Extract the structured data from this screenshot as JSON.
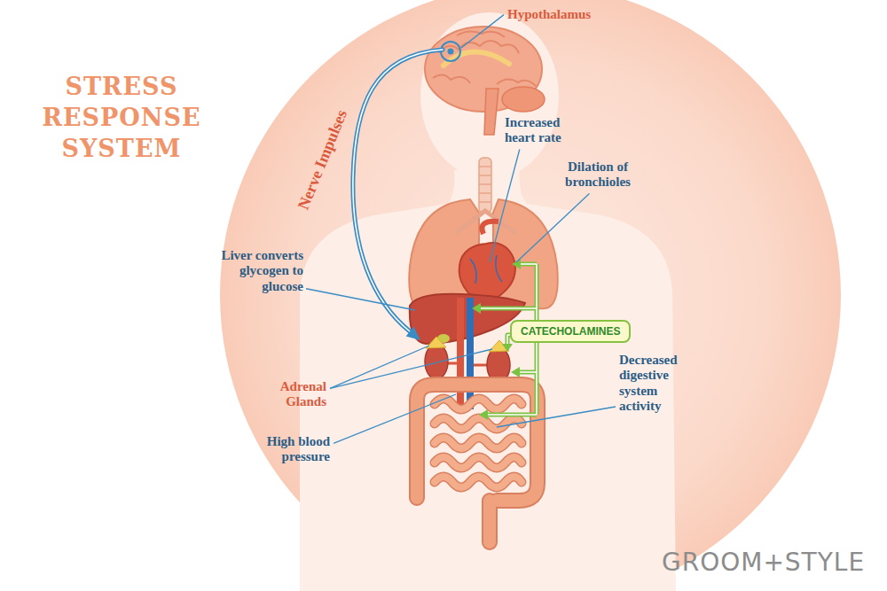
{
  "diagram": {
    "title": "STRESS RESPONSE SYSTEM",
    "nodes": [
      {
        "text": [
          "CATECHOLAMINES"
        ]
      }
    ],
    "labels": [
      "Hypothalamus",
      "Nerve Impulses",
      "Increased heart rate",
      "Dilation of bronchioles",
      "Liver converts glycogen to glucose",
      "Decreased digestive system activity",
      "Adrenal Glands",
      "High blood pressure",
      "GROOM+STYLE"
    ]
  }
}
